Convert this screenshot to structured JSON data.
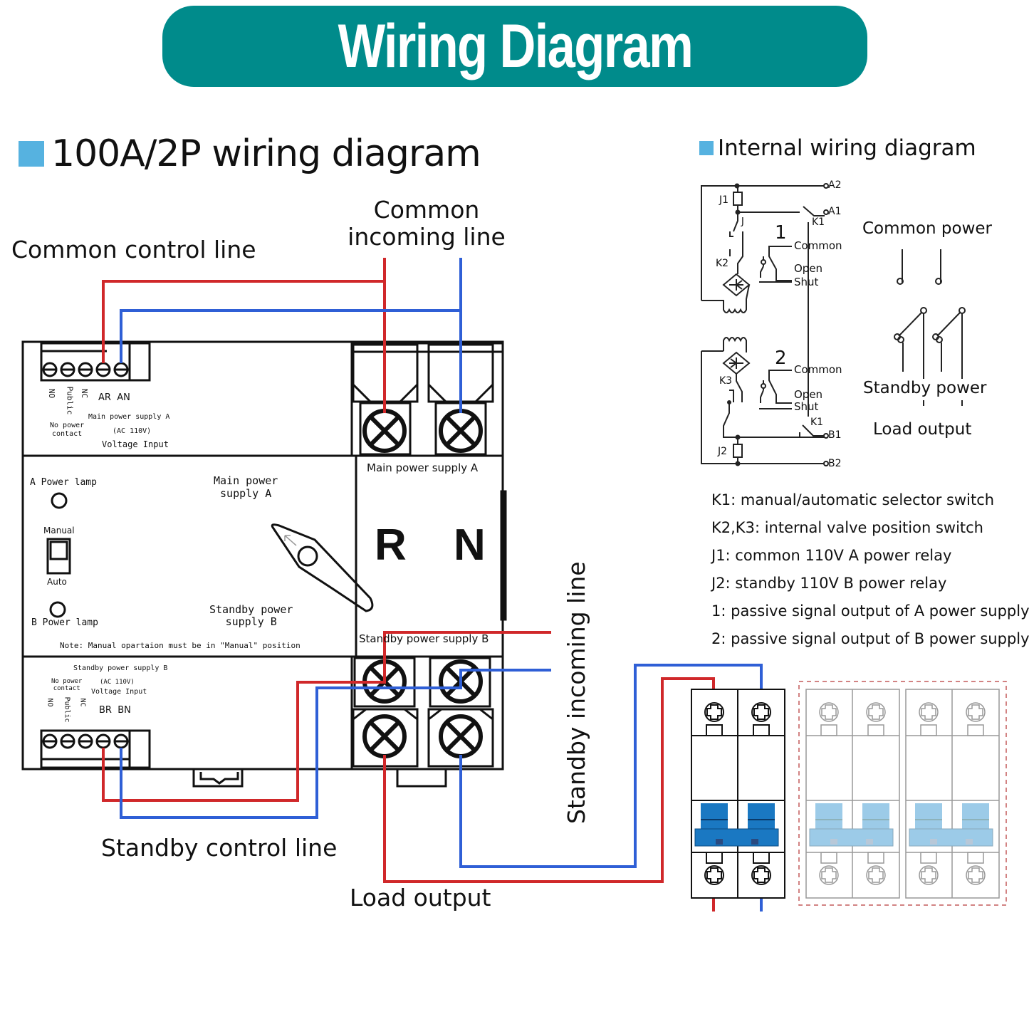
{
  "banner": {
    "title": "Wiring Diagram",
    "color": "#008b8b"
  },
  "left_section": {
    "heading": "100A/2P wiring diagram",
    "labels": {
      "common_control_line": "Common control line",
      "common_incoming_line": [
        "Common",
        "incoming line"
      ],
      "standby_incoming_line": "Standby incoming line",
      "standby_control_line": "Standby control line",
      "load_output": "Load output"
    },
    "device": {
      "top_terminal": {
        "pins": [
          "NO",
          "Public",
          "NC"
        ],
        "no_power_contact": [
          "No power",
          "contact"
        ],
        "voltage_pins": [
          "AR",
          "AN"
        ],
        "supply_label": "Main power supply A",
        "voltage": "(AC 110V)",
        "voltage_input": "Voltage Input"
      },
      "panel": {
        "a_power_lamp": "A Power lamp",
        "manual": "Manual",
        "auto": "Auto",
        "b_power_lamp": "B Power lamp",
        "main_supply": [
          "Main power",
          "supply A"
        ],
        "standby_supply": [
          "Standby power",
          "supply B"
        ],
        "note": "Note: Manual opartaion must be in \"Manual\" position"
      },
      "bottom_terminal": {
        "title": "Standby power supply B",
        "no_power_contact": [
          "No power",
          "contact"
        ],
        "voltage": "(AC 110V)",
        "voltage_input": "Voltage Input",
        "pins": [
          "NO",
          "Public",
          "NC"
        ],
        "voltage_pins": [
          "BR",
          "BN"
        ]
      },
      "main_terminals_label": "Main power supply A",
      "standby_terminals_label": "Standby power supply B",
      "phase_letters": [
        "R",
        "N"
      ]
    },
    "wire_colors": {
      "live": "#d0282a",
      "neutral": "#2f5fd6"
    }
  },
  "right_section": {
    "heading": "Internal wiring diagram",
    "schematic": {
      "terminals": [
        "A2",
        "A1",
        "B1",
        "B2"
      ],
      "components": [
        "J1",
        "J",
        "K1",
        "K2",
        "K3",
        "J2"
      ],
      "group1": {
        "number": "1",
        "contacts": [
          "Common",
          "Open",
          "Shut"
        ]
      },
      "group2": {
        "number": "2",
        "contacts": [
          "Common",
          "Open",
          "Shut"
        ]
      }
    },
    "switch_symbol": {
      "common_power": "Common power",
      "standby_power": "Standby power",
      "load_output": "Load output"
    },
    "legend": [
      "K1: manual/automatic selector switch",
      "K2,K3: internal valve position switch",
      "J1: common 110V A power relay",
      "J2: standby 110V B power relay",
      "1: passive signal output of A power supply",
      "2: passive signal output of B power supply"
    ]
  },
  "breakers": {
    "active_color": "#1a78c2",
    "ghost_color": "#9ccbe8",
    "ghost_border": "#c45a5a"
  }
}
